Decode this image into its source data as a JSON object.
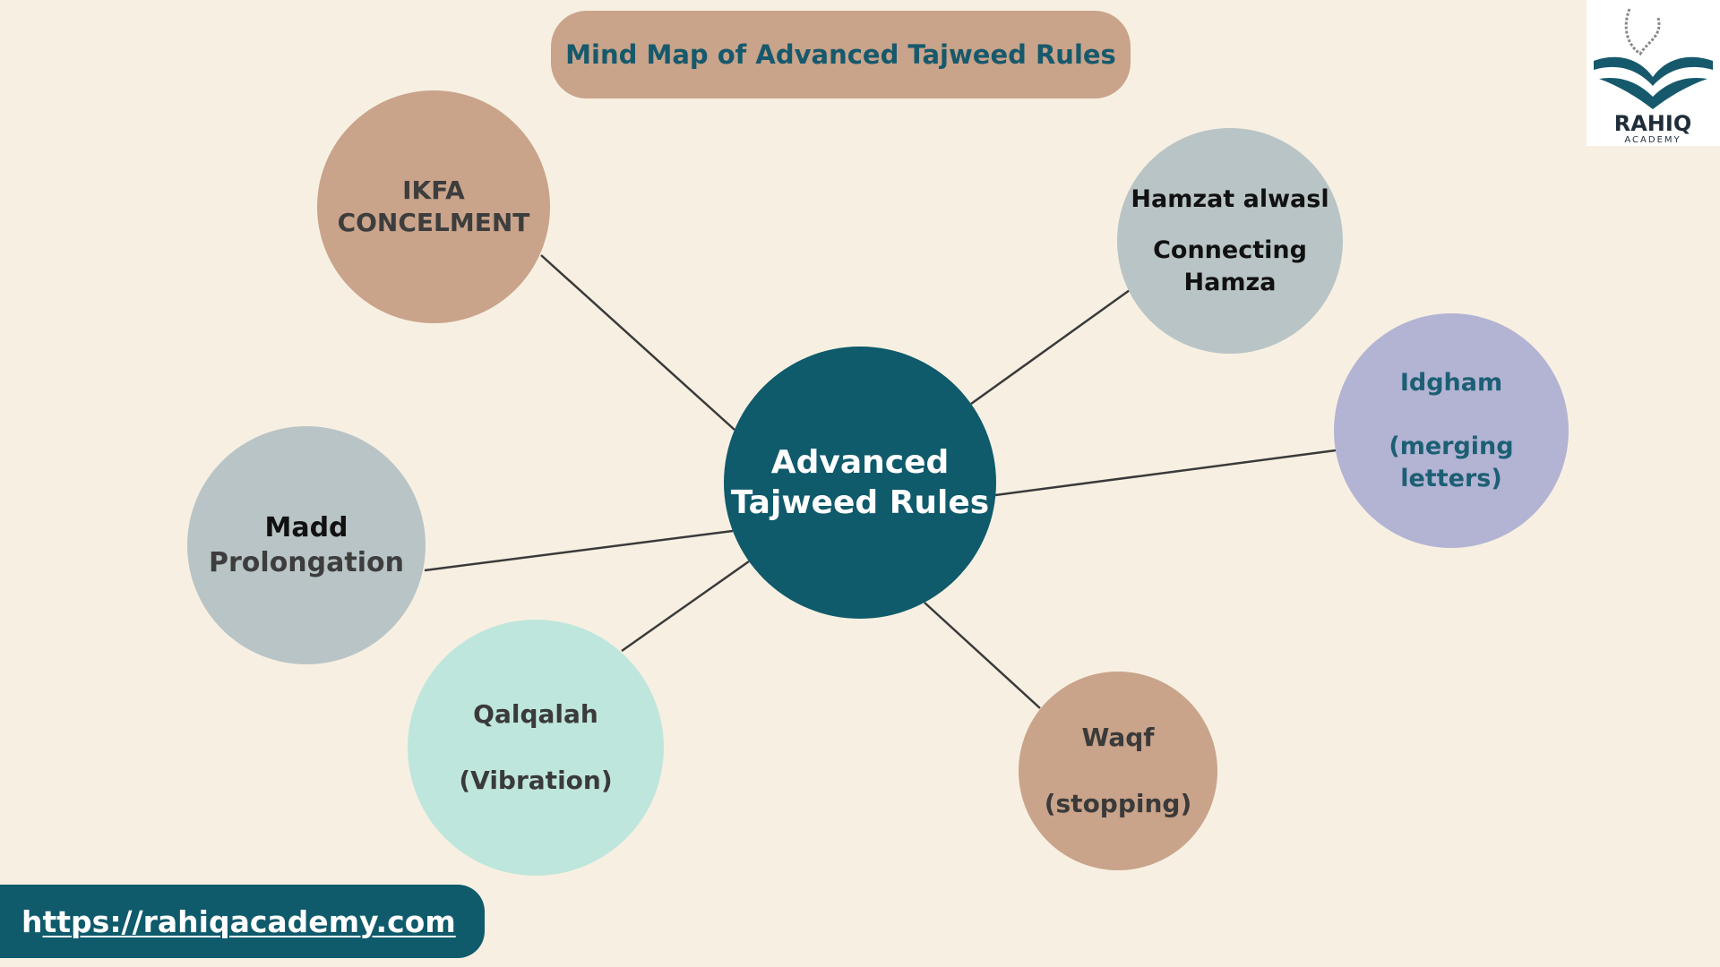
{
  "title": "Mind Map of Advanced Tajweed Rules",
  "center": {
    "line1": "Advanced",
    "line2": "Tajweed Rules"
  },
  "nodes": {
    "ikfa": {
      "line1": "IKFA",
      "line2": "CONCELMENT"
    },
    "hamzat": {
      "line1": "Hamzat alwasl",
      "line2": "Connecting",
      "line3": "Hamza"
    },
    "idgham": {
      "line1": "Idgham",
      "line2": "(merging letters)"
    },
    "madd": {
      "line1": "Madd",
      "line2": "Prolongation"
    },
    "qalqalah": {
      "line1": "Qalqalah",
      "line2": "(Vibration)"
    },
    "waqf": {
      "line1": "Waqf",
      "line2": "(stopping)"
    }
  },
  "url": {
    "first": "h",
    "rest": "ttps://rahiqacademy.com"
  },
  "logo": {
    "name": "RAHIQ",
    "sub": "ACADEMY"
  },
  "colors": {
    "teal": "#0f5a6b",
    "tan": "#c9a38a",
    "grey": "#b9c4c6",
    "lavender": "#b3b3d3",
    "mint": "#bfe6dc",
    "bg": "#f7f0e2"
  }
}
